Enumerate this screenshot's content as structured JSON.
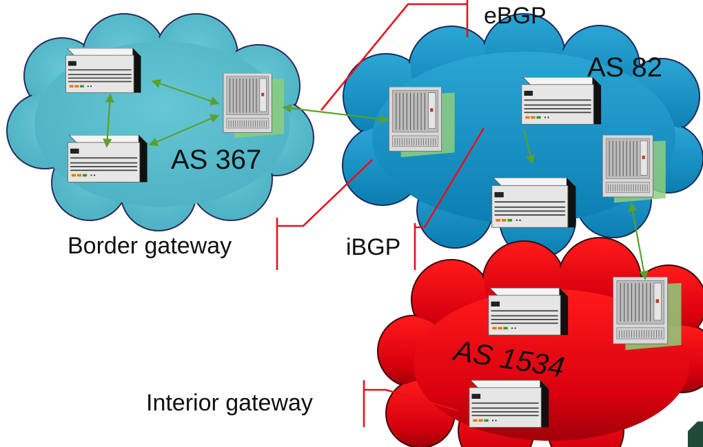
{
  "diagram": {
    "autonomous_systems": [
      {
        "id": "as367",
        "label": "AS 367",
        "color": "#5bbccc"
      },
      {
        "id": "as82",
        "label": "AS 82",
        "color": "#1a8ec0"
      },
      {
        "id": "as1534",
        "label": "AS 1534",
        "color": "#d8000e"
      }
    ],
    "callouts": {
      "ebgp": "eBGP",
      "ibgp": "iBGP",
      "border_gateway": "Border gateway",
      "interior_gateway": "Interior gateway"
    },
    "colors": {
      "callout_line": "#e8101a",
      "link_arrow": "#5aa02c",
      "server_body": "#e8e8e8",
      "server_side": "#111111",
      "router_highlight": "#8fce7e"
    }
  }
}
